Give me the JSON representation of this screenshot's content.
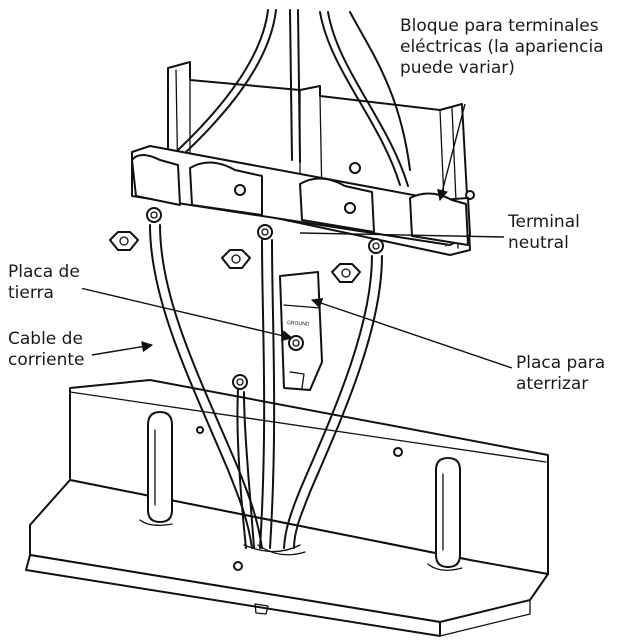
{
  "labels": {
    "terminal_block": {
      "lines": [
        "Bloque para terminales",
        "eléctricas (la apariencia",
        "puede variar)"
      ]
    },
    "neutral_terminal": {
      "lines": [
        "Terminal",
        "neutral"
      ]
    },
    "ground_plate": {
      "lines": [
        "Placa de",
        "tierra"
      ]
    },
    "power_cable": {
      "lines": [
        "Cable de",
        "corriente"
      ]
    },
    "grounding_plate": {
      "lines": [
        "Placa para",
        "aterrizar"
      ]
    }
  },
  "plate_marking": "GROUND",
  "colors": {
    "ink": "#111111",
    "background": "#ffffff"
  }
}
